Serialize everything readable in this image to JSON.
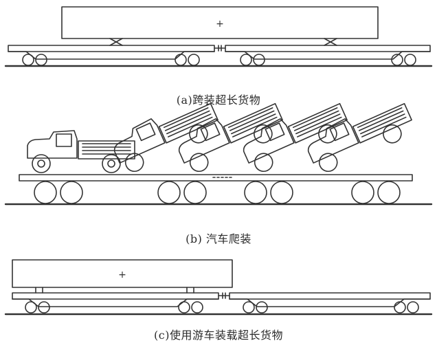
{
  "figures": [
    {
      "caption": "(a)跨装超长货物",
      "cargo_mark": "+"
    },
    {
      "caption": "(b) 汽车爬装"
    },
    {
      "caption": "(c)使用游车装载超长货物",
      "cargo_mark": "+"
    }
  ],
  "colors": {
    "line": "#333333",
    "background": "#ffffff"
  }
}
